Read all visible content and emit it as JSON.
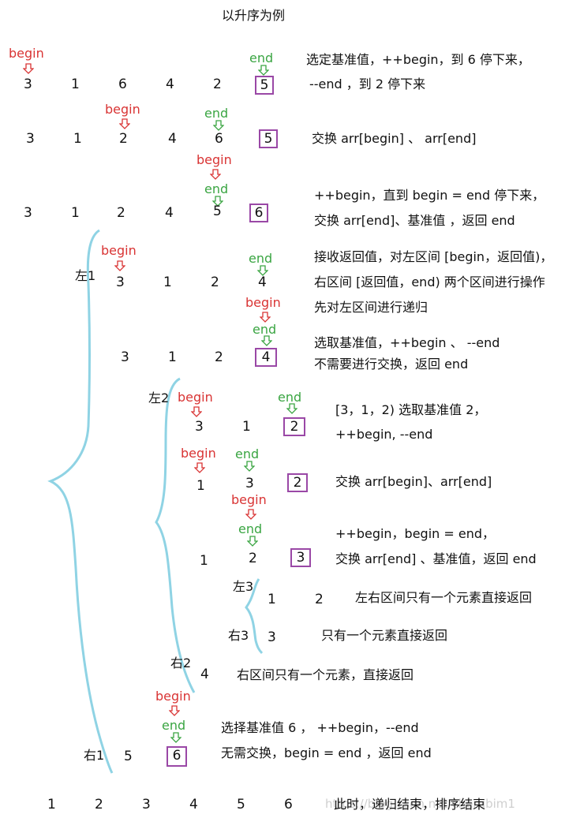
{
  "title": "以升序为例",
  "marker_begin": "begin",
  "marker_end": "end",
  "colors": {
    "begin": "#d93434",
    "end": "#3aa542",
    "box": "#9a48a6",
    "brace": "#8fd3e4"
  },
  "rows": [
    {
      "nums": [
        "3",
        "1",
        "6",
        "4",
        "2"
      ],
      "boxed": "5"
    },
    {
      "nums": [
        "3",
        "1",
        "2",
        "4",
        "6"
      ],
      "boxed": "5"
    },
    {
      "nums": [
        "3",
        "1",
        "2",
        "4",
        "5"
      ],
      "boxed": "6"
    },
    {
      "label": "左1",
      "nums": [
        "3",
        "1",
        "2",
        "4"
      ]
    },
    {
      "nums": [
        "3",
        "1",
        "2"
      ],
      "boxed": "4"
    },
    {
      "label": "左2",
      "nums": [
        "3",
        "1"
      ],
      "boxed": "2"
    },
    {
      "nums": [
        "1",
        "3"
      ],
      "boxed": "2"
    },
    {
      "nums": [
        "1",
        "2"
      ],
      "boxed": "3"
    },
    {
      "label": "左3",
      "nums": [
        "1",
        "2"
      ]
    },
    {
      "label": "右3",
      "nums": [
        "3"
      ]
    },
    {
      "label": "右2",
      "nums": [
        "4"
      ]
    },
    {
      "label": "右1",
      "nums": [
        "5"
      ],
      "boxed": "6"
    },
    {
      "nums": [
        "1",
        "2",
        "3",
        "4",
        "5",
        "6"
      ]
    }
  ],
  "notes": [
    "选定基准值，++begin，到 6 停下来，",
    "--end ，到 2 停下来",
    "交换  arr[begin] 、 arr[end]",
    "++begin，直到 begin = end 停下来，",
    "交换 arr[end]、基准值 ，返回 end",
    "接收返回值，对左区间 [begin，返回值)，",
    "右区间 [返回值，end) 两个区间进行操作",
    "先对左区间进行递归",
    "选取基准值，++begin 、 --end",
    "不需要进行交换，返回 end",
    "[3，1，2) 选取基准值 2，",
    "++begin, --end",
    "交换 arr[begin]、arr[end]",
    "++begin，begin = end，",
    "交换 arr[end] 、基准值，返回 end",
    "左右区间只有一个元素直接返回",
    "只有一个元素直接返回",
    "右区间只有一个元素，直接返回",
    "选择基准值 6 ， ++begin，--end",
    "无需交换，begin = end ，返回 end",
    "此时，递归结束，排序结束"
  ],
  "watermark": "https://blog.csdn.net/cherubim1"
}
